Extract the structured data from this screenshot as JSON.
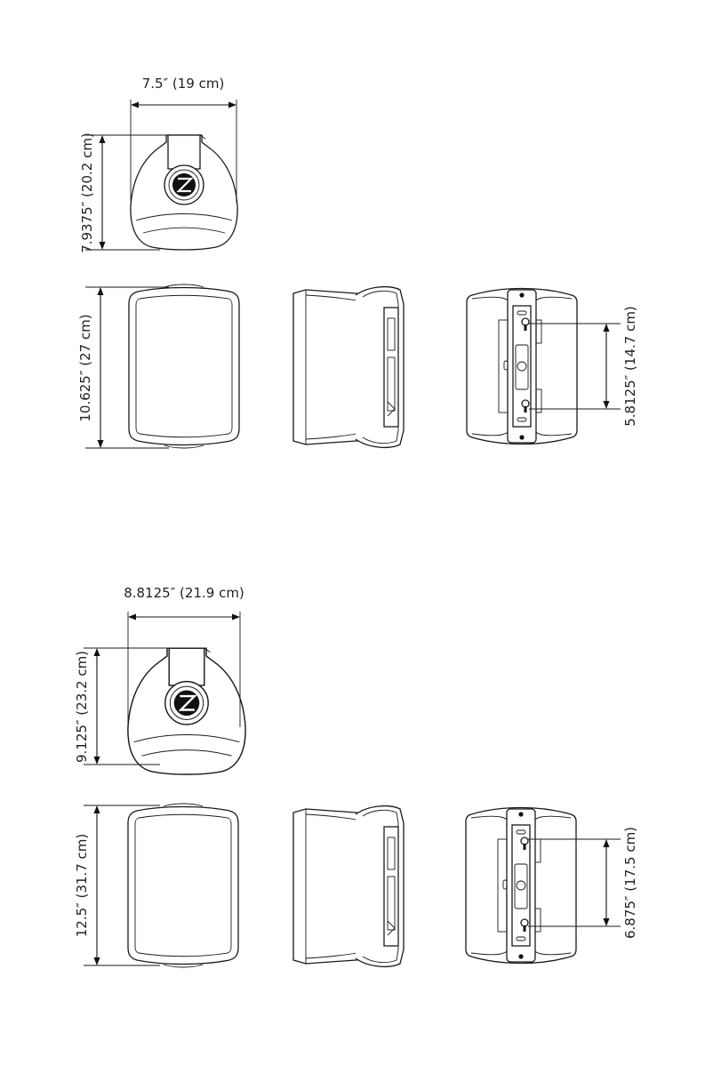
{
  "small_speaker": {
    "width_label": "7.5″ (19 cm)",
    "depth_label": "7.9375″ (20.2 cm)",
    "height_label": "10.625″ (27 cm)",
    "mount_label": "5.8125″ (14.7 cm)"
  },
  "large_speaker": {
    "width_label": "8.8125″ (21.9 cm)",
    "depth_label": "9.125″ (23.2 cm)",
    "height_label": "12.5″ (31.7 cm)",
    "mount_label": "6.875″ (17.5 cm)"
  },
  "colors": {
    "line": "#1a1a1a",
    "background": "#ffffff"
  }
}
